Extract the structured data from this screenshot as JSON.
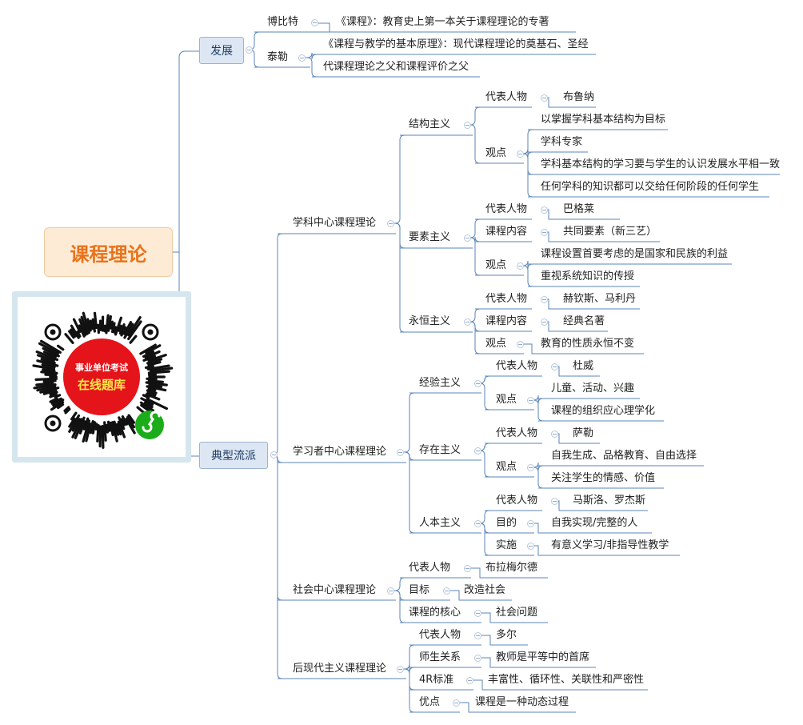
{
  "root": "课程理论",
  "qr_badge": {
    "line1": "事业单位考试",
    "line2": "在线题库",
    "red": "#e5141b",
    "green": "#1aad19"
  },
  "branches": {
    "development": "发展",
    "schools": "典型流派"
  },
  "development": {
    "bobbitt": {
      "name": "博比特",
      "desc": "《课程》：教育史上第一本关于课程理论的专著"
    },
    "tyler": {
      "name": "泰勒",
      "descs": [
        "《课程与教学的基本原理》：现代课程理论的奠基石、圣经",
        "代课程理论之父和课程评价之父"
      ]
    }
  },
  "subject_centered": {
    "title": "学科中心课程理论",
    "structuralism": {
      "name": "结构主义",
      "rep_label": "代表人物",
      "rep": "布鲁纳",
      "view_label": "观点",
      "views": [
        "以掌握学科基本结构为目标",
        "学科专家",
        "学科基本结构的学习要与学生的认识发展水平相一致",
        "任何学科的知识都可以交给任何阶段的任何学生"
      ]
    },
    "essentialism": {
      "name": "要素主义",
      "rep_label": "代表人物",
      "rep": "巴格莱",
      "content_label": "课程内容",
      "content": "共同要素（新三艺）",
      "view_label": "观点",
      "views": [
        "课程设置首要考虑的是国家和民族的利益",
        "重视系统知识的传授"
      ]
    },
    "perennialism": {
      "name": "永恒主义",
      "rep_label": "代表人物",
      "rep": "赫钦斯、马利丹",
      "content_label": "课程内容",
      "content": "经典名著",
      "view_label": "观点",
      "view": "教育的性质永恒不变"
    }
  },
  "learner_centered": {
    "title": "学习者中心课程理论",
    "experientialism": {
      "name": "经验主义",
      "rep_label": "代表人物",
      "rep": "杜威",
      "view_label": "观点",
      "views": [
        "儿童、活动、兴趣",
        "课程的组织应心理学化"
      ]
    },
    "existentialism": {
      "name": "存在主义",
      "rep_label": "代表人物",
      "rep": "萨勒",
      "view_label": "观点",
      "views": [
        "自我生成、品格教育、自由选择",
        "关注学生的情感、价值"
      ]
    },
    "humanism": {
      "name": "人本主义",
      "rep_label": "代表人物",
      "rep": "马斯洛、罗杰斯",
      "goal_label": "目的",
      "goal": "自我实现/完整的人",
      "impl_label": "实施",
      "impl": "有意义学习/非指导性教学"
    }
  },
  "society_centered": {
    "title": "社会中心课程理论",
    "rep_label": "代表人物",
    "rep": "布拉梅尔德",
    "goal_label": "目标",
    "goal": "改造社会",
    "core_label": "课程的核心",
    "core": "社会问题"
  },
  "postmodern": {
    "title": "后现代主义课程理论",
    "rep_label": "代表人物",
    "rep": "多尔",
    "relation_label": "师生关系",
    "relation": "教师是平等中的首席",
    "standard_label": "4R标准",
    "standard": "丰富性、循环性、关联性和严密性",
    "merit_label": "优点",
    "merit": "课程是一种动态过程"
  },
  "colors": {
    "line": "#5b86b8",
    "node_fill": "#dde7f3",
    "root_fill": "#fdebd6",
    "root_text": "#e8731a"
  }
}
